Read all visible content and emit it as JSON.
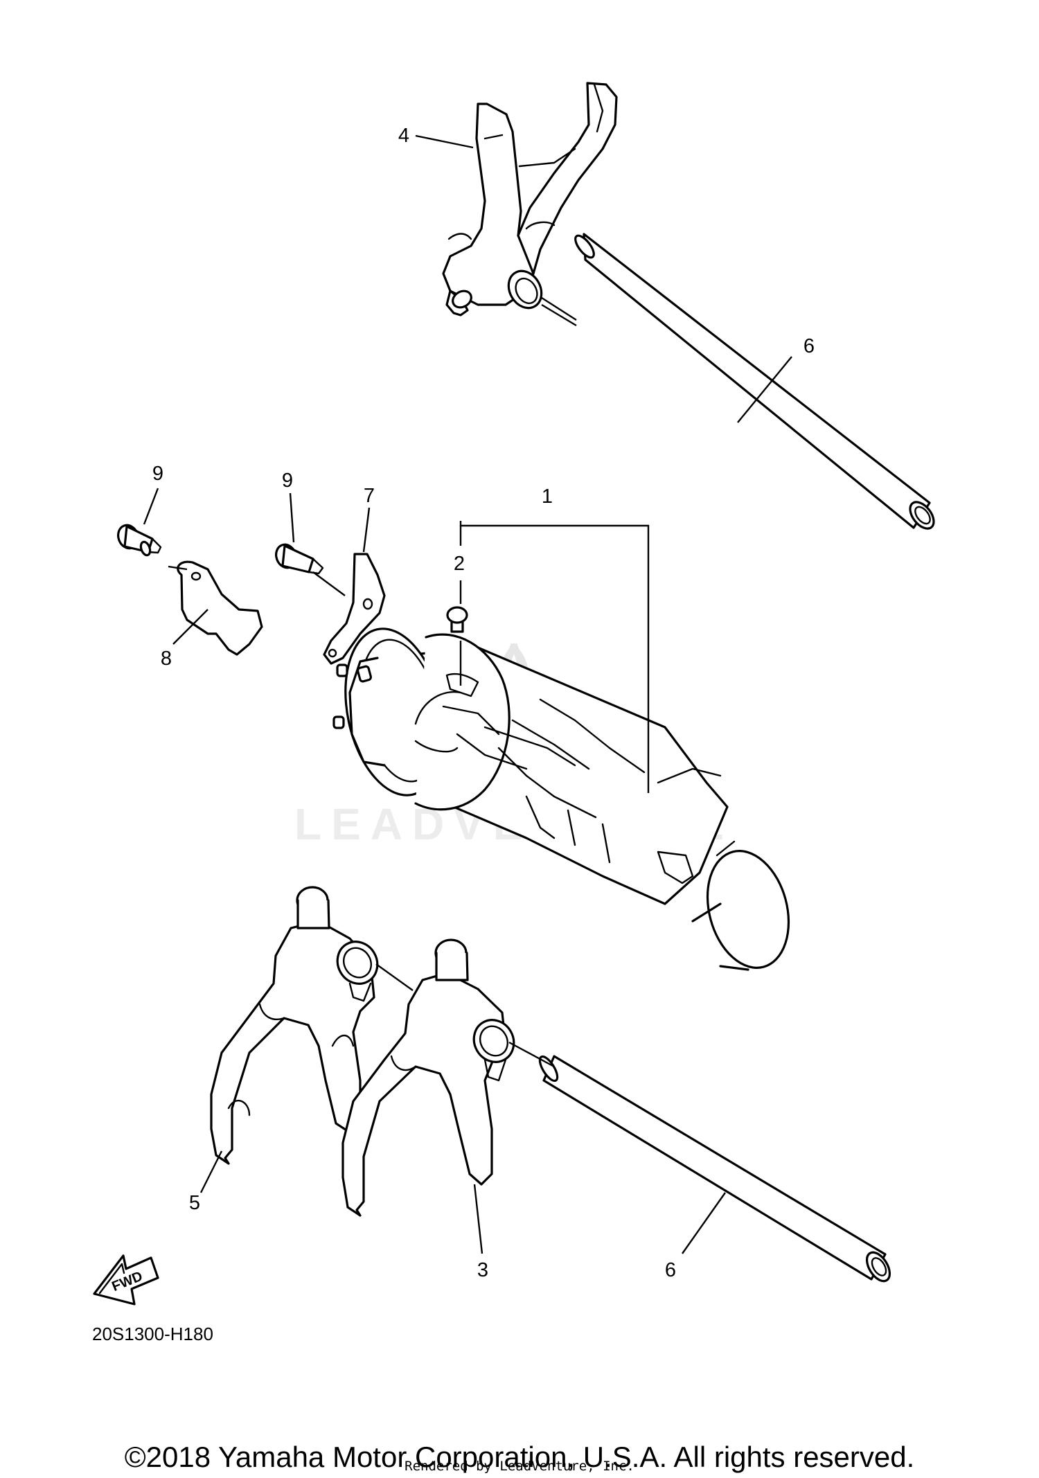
{
  "callouts": [
    {
      "id": "part-1",
      "label": "1"
    },
    {
      "id": "part-2",
      "label": "2"
    },
    {
      "id": "part-3",
      "label": "3"
    },
    {
      "id": "part-4",
      "label": "4"
    },
    {
      "id": "part-5",
      "label": "5"
    },
    {
      "id": "part-6-top",
      "label": "6"
    },
    {
      "id": "part-6-bottom",
      "label": "6"
    },
    {
      "id": "part-7",
      "label": "7"
    },
    {
      "id": "part-8",
      "label": "8"
    },
    {
      "id": "part-9-left",
      "label": "9"
    },
    {
      "id": "part-9-right",
      "label": "9"
    }
  ],
  "fwd_label": "FWD",
  "diagram_code": "20S1300-H180",
  "watermark_text": "LEADVENTURE",
  "copyright": "©2018 Yamaha Motor Corporation, U.S.A. All rights reserved.",
  "rendered_by": "Rendered by LeadVenture, Inc."
}
